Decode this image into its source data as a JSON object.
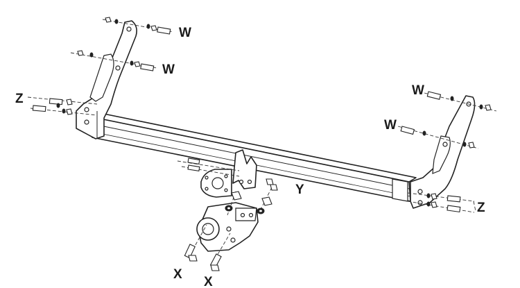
{
  "labels": {
    "w": "W",
    "x": "X",
    "y": "Y",
    "z": "Z"
  },
  "colors": {
    "line": "#222222",
    "background": "#ffffff"
  }
}
